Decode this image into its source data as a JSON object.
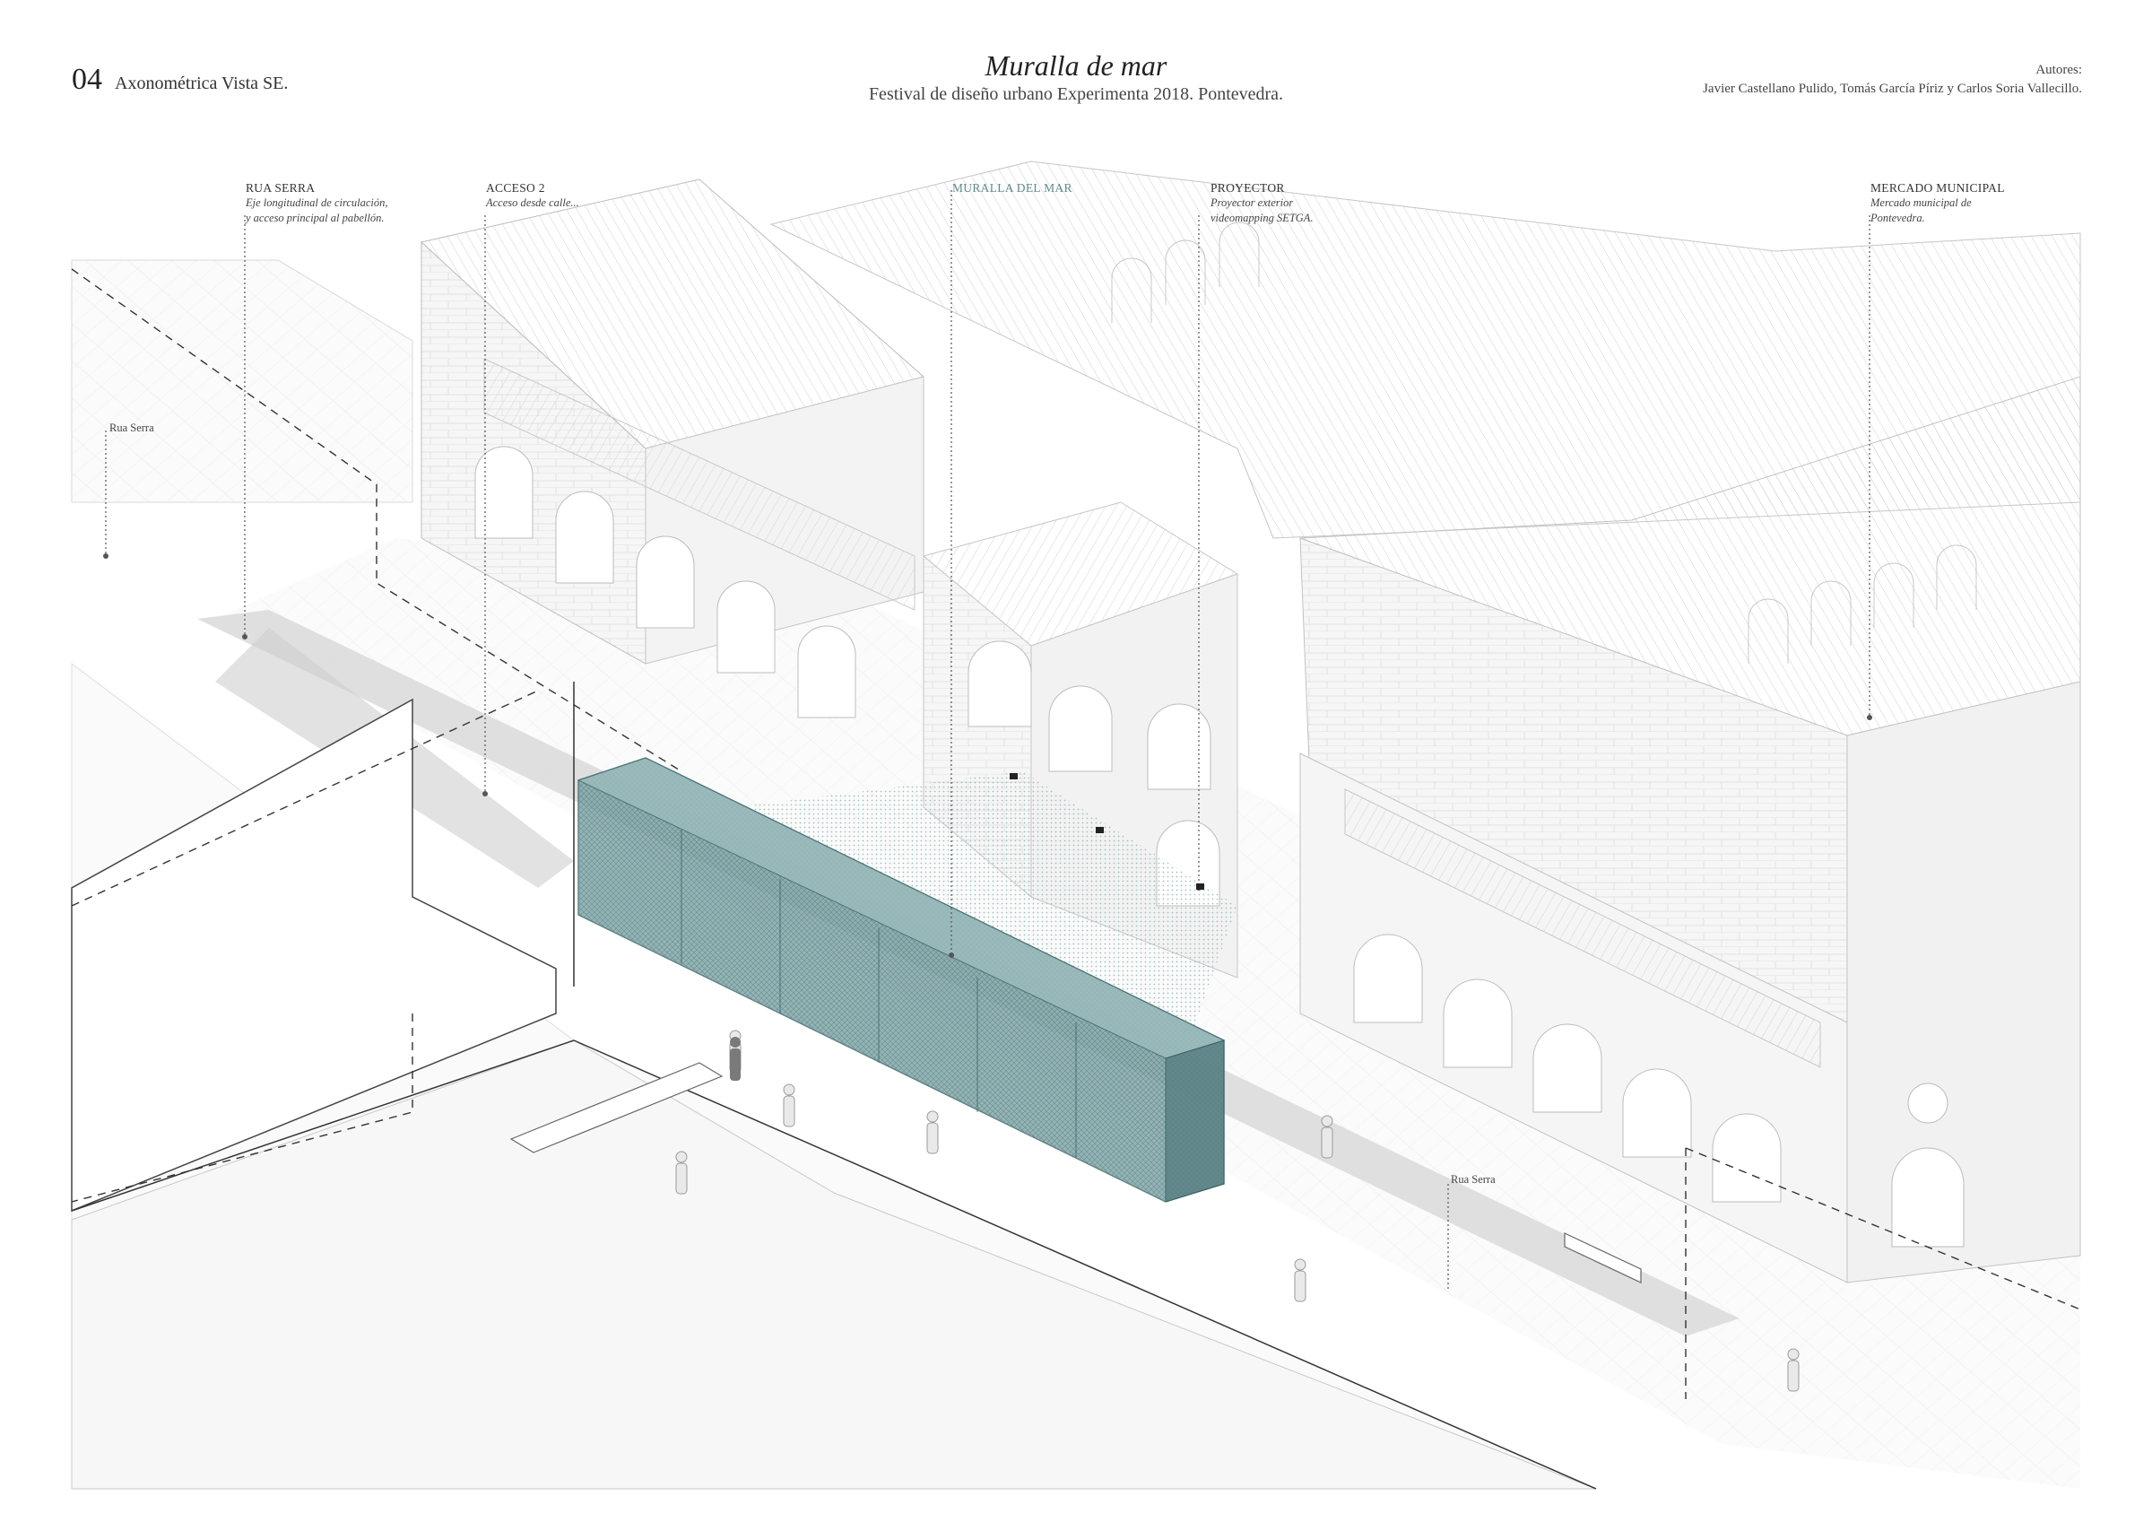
{
  "header": {
    "sheet_number": "04",
    "view_name": "Axonométrica Vista SE.",
    "title": "Muralla de mar",
    "subtitle": "Festival de diseño urbano Experimenta 2018. Pontevedra.",
    "authors_label": "Autores:",
    "authors": "Javier Castellano Pulido, Tomás García Píriz y Carlos Soria Vallecillo."
  },
  "callouts": [
    {
      "title": "RUA SERRA",
      "desc": [
        "Eje longitudinal de circulación,",
        "y acceso principal al pabellón."
      ]
    },
    {
      "title": "ACCESO 2",
      "desc": [
        "Acceso desde calle..."
      ]
    },
    {
      "title": "MURALLA DEL MAR",
      "desc": []
    },
    {
      "title": "PROYECTOR",
      "desc": [
        "Proyector exterior",
        "videomapping SETGA."
      ]
    },
    {
      "title": "MERCADO MUNICIPAL",
      "desc": [
        "Mercado municipal de",
        "Pontevedra."
      ]
    }
  ],
  "street_labels": [
    "Rua Serra",
    "Rua Serra"
  ],
  "colors": {
    "accent": "#5f8a8a",
    "pavilion": "#6f9a9d",
    "line": "#9a9a9a"
  }
}
